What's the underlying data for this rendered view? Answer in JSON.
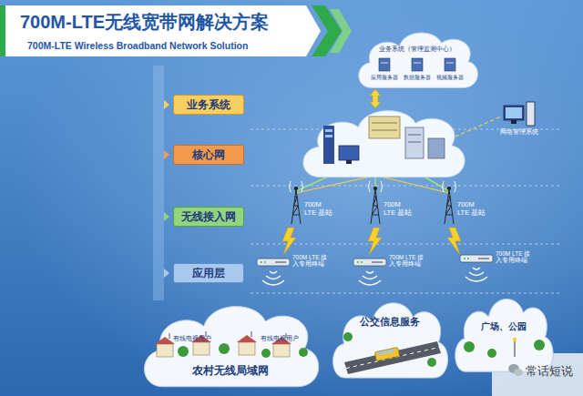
{
  "diagram": {
    "title": "700M-LTE无线宽带网解决方案",
    "nodes": [
      {
        "text": [
          "业务系统"
        ]
      },
      {
        "text": [
          "核心网"
        ]
      },
      {
        "text": [
          "无线接入网"
        ]
      },
      {
        "text": [
          "应用层"
        ]
      },
      {
        "text": [
          "业务系统（管理监测中心）"
        ]
      },
      {
        "text": [
          "应用服务器"
        ],
        "in": 4
      },
      {
        "text": [
          "数据服务器"
        ],
        "in": 4
      },
      {
        "text": [
          "视频服务器"
        ],
        "in": 4
      },
      {
        "text": [
          "网络管理系统"
        ]
      },
      {
        "text": [
          "700M LTE 基站"
        ]
      },
      {
        "text": [
          "700M LTE 基站"
        ]
      },
      {
        "text": [
          "700M LTE 基站"
        ]
      },
      {
        "text": [
          "700M LTE 接入专用终端"
        ]
      },
      {
        "text": [
          "700M LTE 接入专用终端"
        ]
      },
      {
        "text": [
          "700M LTE 接入专用终端"
        ]
      },
      {
        "text": [
          "农村无线局域网"
        ]
      },
      {
        "text": [
          "公交信息服务"
        ]
      },
      {
        "text": [
          "广场、公园"
        ]
      }
    ],
    "labels": [
      "700M-LTE Wireless Broadband Network Solution",
      "有线电视用户",
      "有线电视用户",
      "常话短说"
    ]
  }
}
